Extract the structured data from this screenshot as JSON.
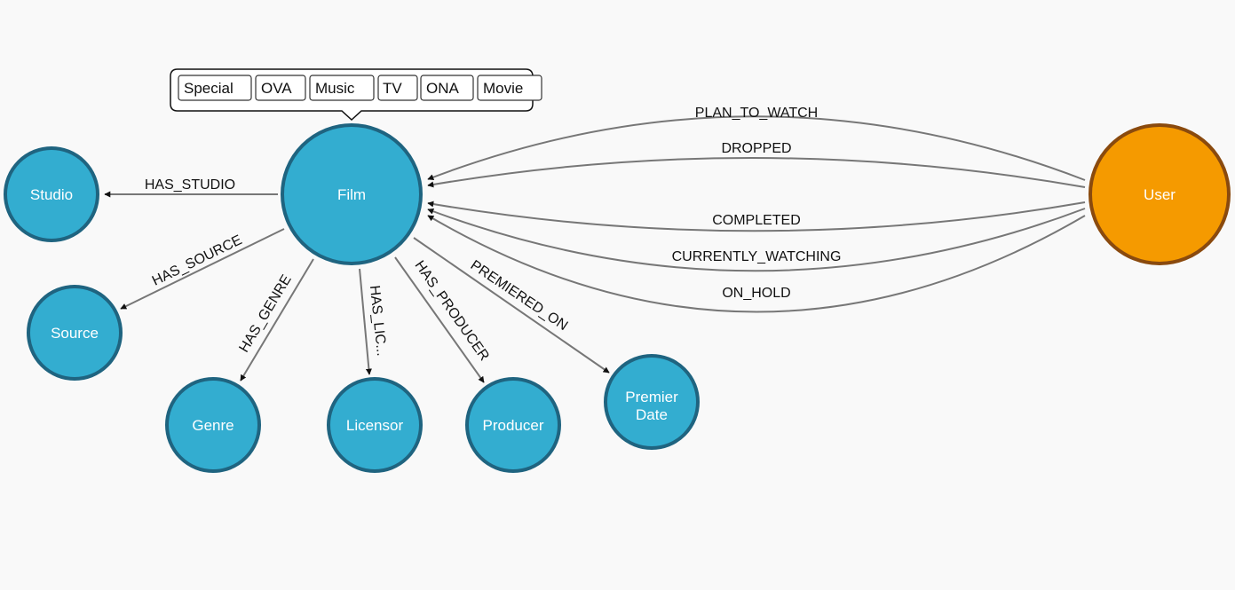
{
  "graph": {
    "colors": {
      "node_fill": "#33add0",
      "node_stroke": "#1f6480",
      "user_fill": "#f59a00",
      "user_stroke": "#8a4a0e",
      "edge": "#777777",
      "background": "#f9f9f9"
    },
    "nodes": {
      "studio": "Studio",
      "film": "Film",
      "user": "User",
      "source": "Source",
      "genre": "Genre",
      "licensor": "Licensor",
      "producer": "Producer",
      "premier_line1": "Premier",
      "premier_line2": "Date"
    },
    "edges": {
      "has_studio": "HAS_STUDIO",
      "has_source": "HAS_SOURCE",
      "has_genre": "HAS_GENRE",
      "has_licensor": "HAS_LIC...",
      "has_producer": "HAS_PRODUCER",
      "premiered_on": "PREMIERED_ON",
      "plan_to_watch": "PLAN_TO_WATCH",
      "dropped": "DROPPED",
      "completed": "COMPLETED",
      "currently_watching": "CURRENTLY_WATCHING",
      "on_hold": "ON_HOLD"
    },
    "film_types": [
      "Special",
      "OVA",
      "Music",
      "TV",
      "ONA",
      "Movie"
    ]
  }
}
